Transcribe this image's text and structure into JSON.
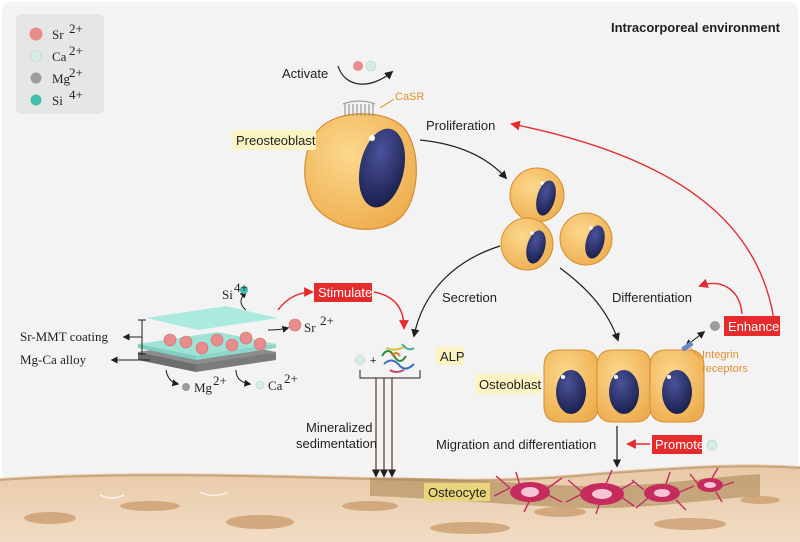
{
  "title": "Intracorporeal environment",
  "legend": [
    {
      "label": "Sr",
      "sup": "2+",
      "color": "#e88c8c"
    },
    {
      "label": "Ca",
      "sup": "2+",
      "color": "#d6ece8"
    },
    {
      "label": "Mg",
      "sup": "2+",
      "color": "#9c9c9c"
    },
    {
      "label": "Si",
      "sup": "4+",
      "color": "#3fbfae"
    }
  ],
  "labels": {
    "activate": "Activate",
    "casr": "CaSR",
    "preosteoblast": "Preosteoblast",
    "proliferation": "Proliferation",
    "secretion": "Secretion",
    "differentiation": "Differentiation",
    "enhance": "Enhance",
    "integrin": "Integrin",
    "receptors": "receptors",
    "stimulate": "Stimulate",
    "alp": "ALP",
    "osteoblast": "Osteoblast",
    "migration": "Migration and differentiation",
    "promote": "Promote",
    "mineralized": "Mineralized",
    "sedimentation": "sedimentation",
    "osteocyte": "Osteocyte",
    "sr_mmt": "Sr-MMT coating",
    "mg_ca": "Mg-Ca alloy",
    "plus": "+"
  },
  "ions": {
    "si": {
      "label": "Si",
      "sup": "4+"
    },
    "sr": {
      "label": "Sr",
      "sup": "2+"
    },
    "mg": {
      "label": "Mg",
      "sup": "2+"
    },
    "ca": {
      "label": "Ca",
      "sup": "2+"
    }
  },
  "colors": {
    "accent_red": "#e52b2b",
    "highlight_yellow": "#fbf3c2",
    "cell_fill": "#f6c46b",
    "nucleus": "#2a3267",
    "bone": "#ecd3b6",
    "osteocyte": "#c52b5c"
  }
}
